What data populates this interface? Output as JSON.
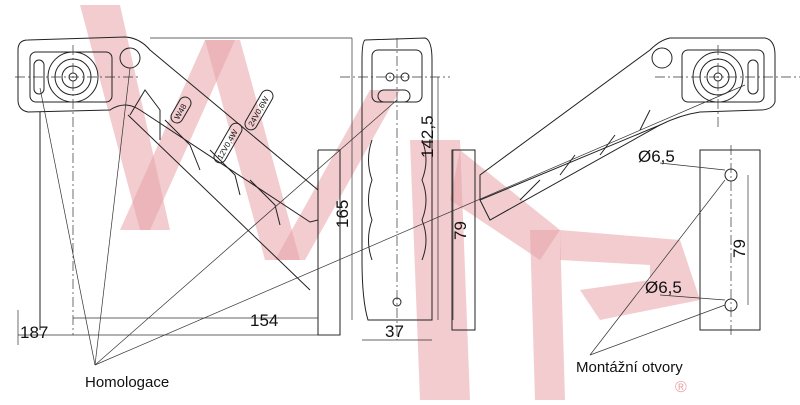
{
  "dimensions": {
    "total_width": "187",
    "arm_width": "154",
    "height_total": "165",
    "height_side": "142,5",
    "mount_height_side": "79",
    "depth": "37",
    "hole_diameter_top": "Ø6,5",
    "hole_diameter_bottom": "Ø6,5",
    "hole_spacing": "79"
  },
  "labels": {
    "homologation": "Homologace",
    "mounting_holes": "Montážní otvory",
    "bulb_type": "W48",
    "voltage_24": "24V0,6W",
    "voltage_12": "12V0,4W"
  },
  "watermark": {
    "registered_mark": "®",
    "color": "#e8a3a8"
  }
}
